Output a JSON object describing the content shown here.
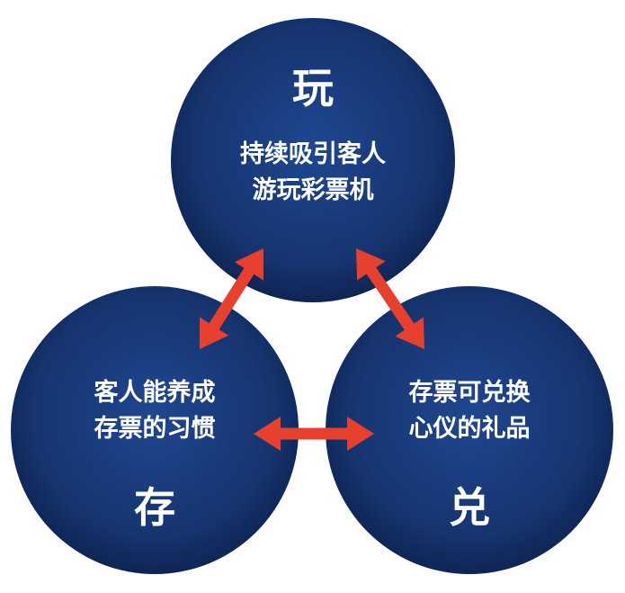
{
  "diagram": {
    "colors": {
      "circle_fill": "#16346f",
      "circle_edge": "#0c1f49",
      "arrow": "#e8402f",
      "text": "#ffffff"
    },
    "circles": {
      "play": {
        "title": "玩",
        "lines": [
          "持续吸引客人",
          "游玩彩票机"
        ]
      },
      "save": {
        "title": "存",
        "lines": [
          "客人能养成",
          "存票的习惯"
        ]
      },
      "redeem": {
        "title": "兑",
        "lines": [
          "存票可兑换",
          "心仪的礼品"
        ]
      }
    },
    "arrows": [
      {
        "from": "play",
        "to": "save",
        "type": "bidirectional"
      },
      {
        "from": "play",
        "to": "redeem",
        "type": "bidirectional"
      },
      {
        "from": "save",
        "to": "redeem",
        "type": "bidirectional"
      }
    ]
  }
}
